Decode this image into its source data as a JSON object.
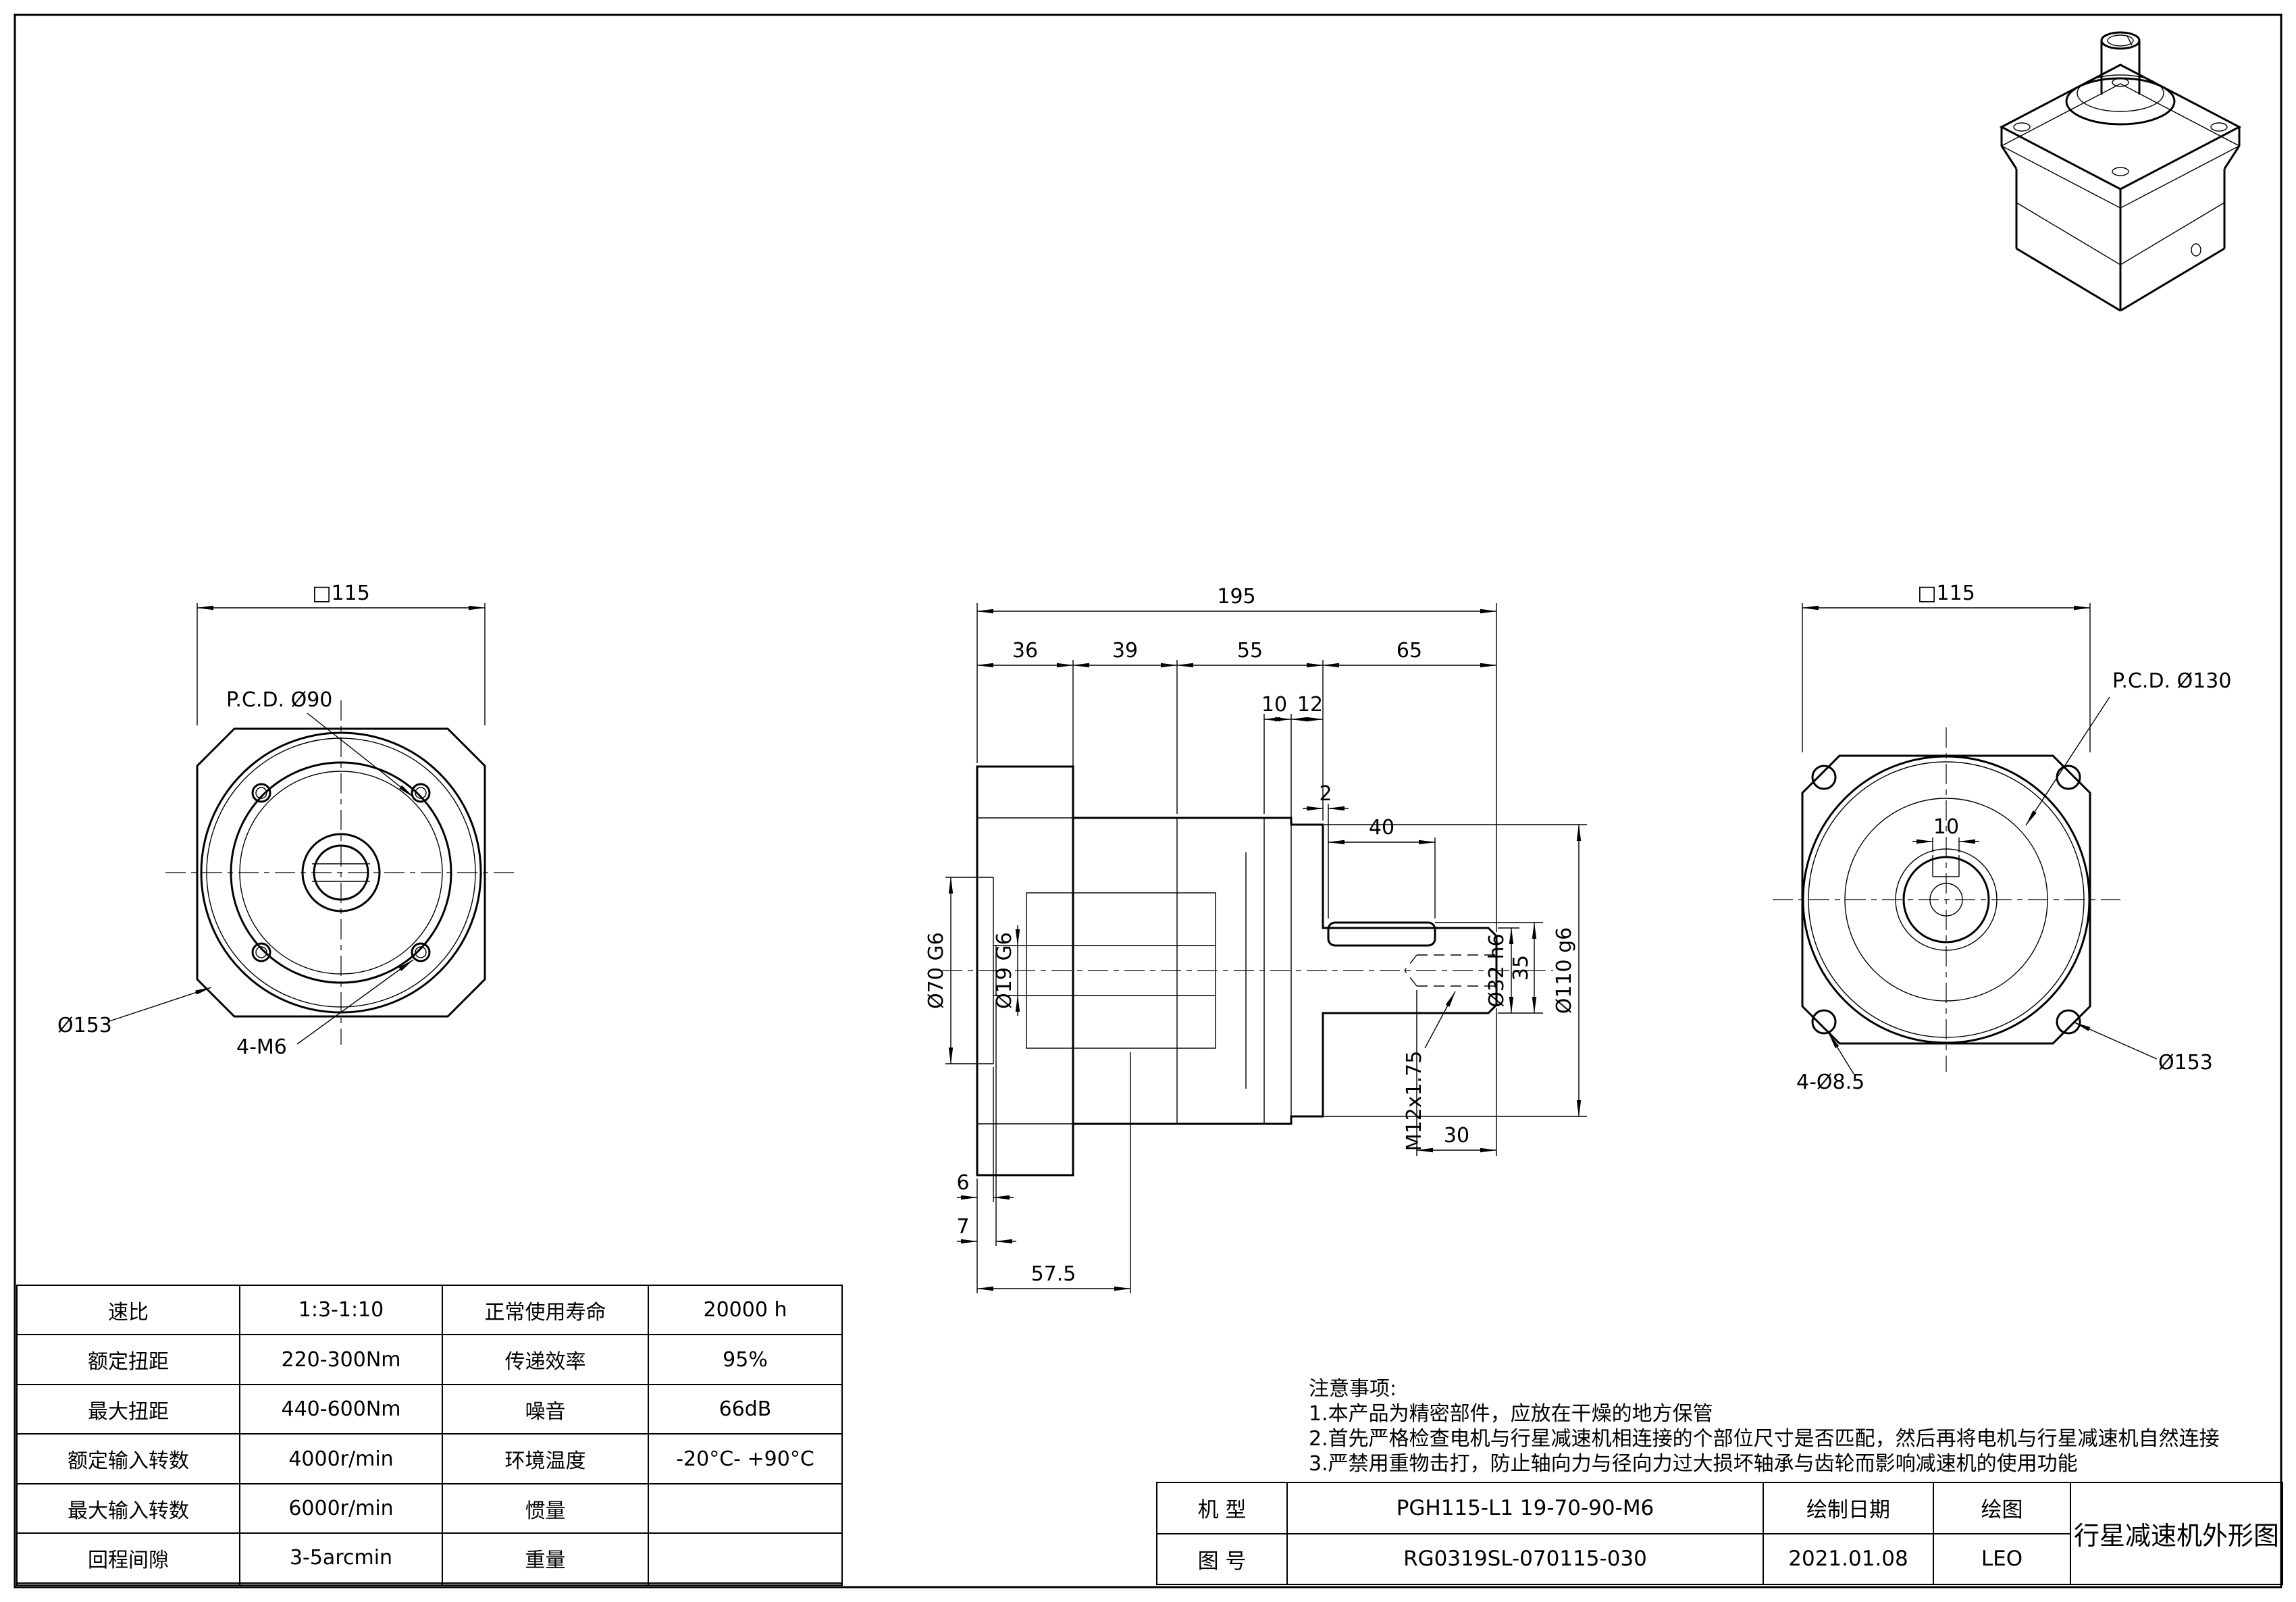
{
  "front_view": {
    "dim_square": "□115",
    "pcd": "P.C.D.  Ø90",
    "outer_dia": "Ø153",
    "holes": "4-M6"
  },
  "side_view": {
    "len_total": "195",
    "len_36": "36",
    "len_39": "39",
    "len_55": "55",
    "len_65": "65",
    "len_10": "10",
    "len_12": "12",
    "len_2": "2",
    "len_40": "40",
    "len_30": "30",
    "len_35": "35",
    "len_6": "6",
    "len_7": "7",
    "len_57_5": "57.5",
    "dia_70": "Ø70 G6",
    "dia_19": "Ø19 G6",
    "dia_32": "Ø32 h6",
    "dia_110": "Ø110 g6",
    "thread": "M12x1.75"
  },
  "back_view": {
    "dim_square": "□115",
    "pcd": "P.C.D.  Ø130",
    "key_width": "10",
    "holes": "4-Ø8.5",
    "outer_dia": "Ø153"
  },
  "spec_table": {
    "rows": [
      {
        "c1": "速比",
        "c2": "1:3-1:10",
        "c3": "正常使用寿命",
        "c4": "20000 h"
      },
      {
        "c1": "额定扭距",
        "c2": "220-300Nm",
        "c3": "传递效率",
        "c4": "95%"
      },
      {
        "c1": "最大扭距",
        "c2": "440-600Nm",
        "c3": "噪音",
        "c4": "66dB"
      },
      {
        "c1": "额定输入转数",
        "c2": "4000r/min",
        "c3": "环境温度",
        "c4": "-20°C- +90°C"
      },
      {
        "c1": "最大输入转数",
        "c2": "6000r/min",
        "c3": "惯量",
        "c4": ""
      },
      {
        "c1": "回程间隙",
        "c2": "3-5arcmin",
        "c3": "重量",
        "c4": ""
      },
      {
        "c1": "",
        "c2": "",
        "c3": "",
        "c4": ""
      }
    ]
  },
  "notes": {
    "heading": "注意事项:",
    "line1": "1.本产品为精密部件，应放在干燥的地方保管",
    "line2": "2.首先严格检查电机与行星减速机相连接的个部位尺寸是否匹配，然后再将电机与行星减速机自然连接",
    "line3": "3.严禁用重物击打，防止轴向力与径向力过大损坏轴承与齿轮而影响减速机的使用功能"
  },
  "title_block": {
    "model_label": "机 型",
    "model_value": "PGH115-L1 19-70-90-M6",
    "date_label": "绘制日期",
    "draw_label": "绘图",
    "drawing_no_label": "图 号",
    "drawing_no_value": "RG0319SL-070115-030",
    "date_value": "2021.01.08",
    "drafter": "LEO",
    "sheet_title": "行星减速机外形图"
  }
}
